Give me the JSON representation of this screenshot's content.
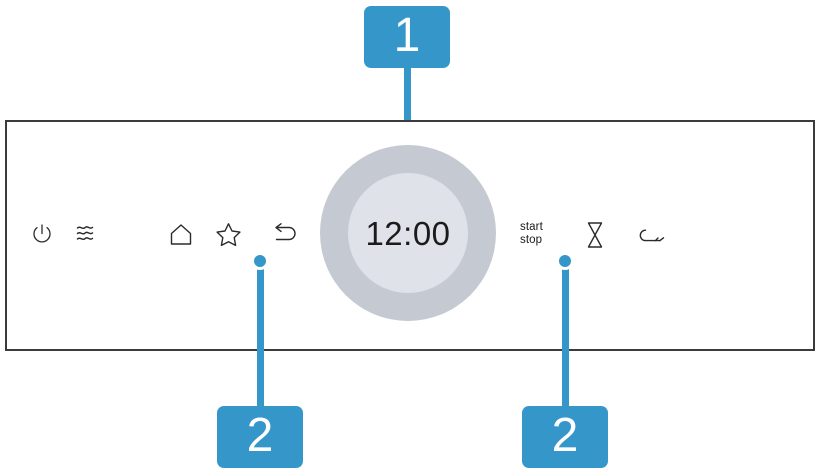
{
  "theme": {
    "accent_blue": "#3596c9",
    "panel_border": "#3b3b3b",
    "dial_outer": "#c5c9d1",
    "dial_inner": "#dfe2e9",
    "icon_color": "#2b2b2b",
    "background": "#ffffff"
  },
  "panel": {
    "name": "appliance-control-panel",
    "display": {
      "time_value": "12:00"
    },
    "icons": [
      {
        "key": "power",
        "name": "power-icon",
        "label": "power"
      },
      {
        "key": "steam",
        "name": "steam-waves-icon",
        "label": "steam"
      },
      {
        "key": "home",
        "name": "home-icon",
        "label": "home"
      },
      {
        "key": "favorite",
        "name": "star-icon",
        "label": "favorite"
      },
      {
        "key": "back",
        "name": "back-arrow-icon",
        "label": "back"
      },
      {
        "key": "timer",
        "name": "hourglass-icon",
        "label": "timer"
      },
      {
        "key": "child_lock",
        "name": "key-icon",
        "label": "child lock"
      }
    ],
    "start_stop": {
      "line1": "start",
      "line2": "stop"
    }
  },
  "callouts": [
    {
      "id": "callout-1",
      "number": "1",
      "target": "rotary-dial",
      "position": "top"
    },
    {
      "id": "callout-2-left",
      "number": "2",
      "target": "star-icon",
      "position": "bottom"
    },
    {
      "id": "callout-2-right",
      "number": "2",
      "target": "start-stop-button",
      "position": "bottom"
    }
  ]
}
